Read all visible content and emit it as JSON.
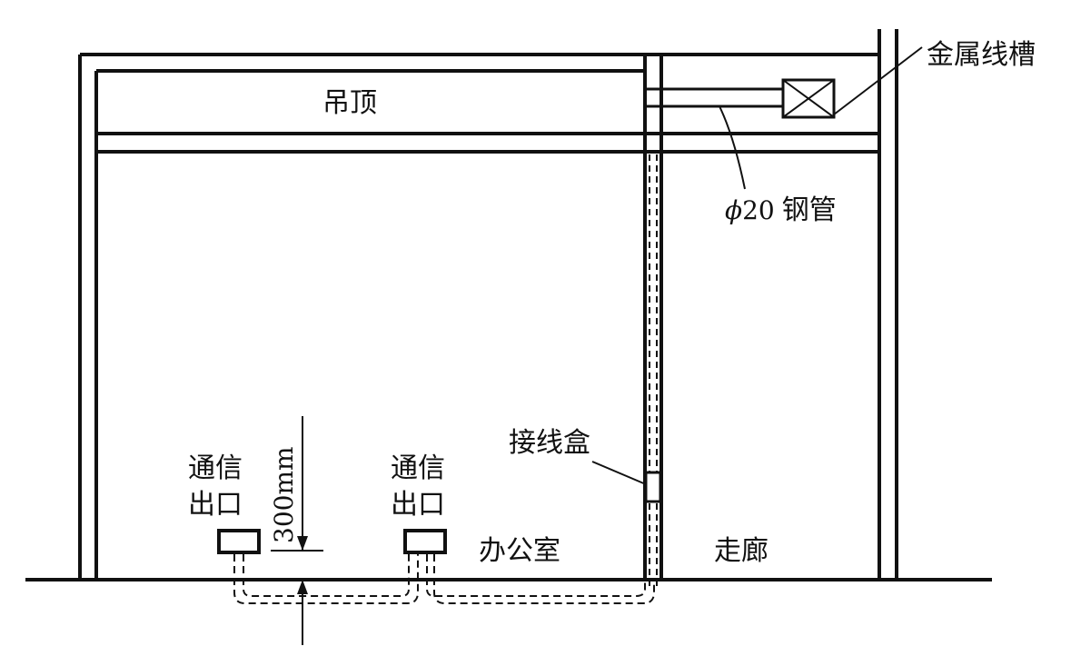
{
  "labels": {
    "ceiling": "吊顶",
    "metal_trunking": "金属线槽",
    "steel_pipe_symbol": "ϕ",
    "steel_pipe_size": "20",
    "steel_pipe": "钢管",
    "junction_box": "接线盒",
    "outlet_left_line1": "通信",
    "outlet_left_line2": "出口",
    "outlet_right_line1": "通信",
    "outlet_right_line2": "出口",
    "office": "办公室",
    "corridor": "走廊",
    "height_dimension": "300mm"
  },
  "colors": {
    "line": "#111111",
    "background": "#ffffff"
  }
}
